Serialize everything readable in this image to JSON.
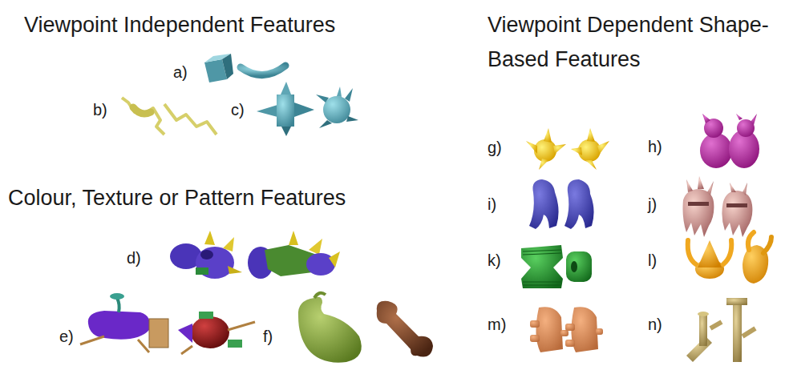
{
  "diagram": {
    "labels": [
      "Viewpoint Independent Features",
      "Viewpoint Dependent Shape-Based Features",
      "Colour, Texture or Pattern Features",
      "a)",
      "b)",
      "c)",
      "d)",
      "e)",
      "f)",
      "g)",
      "h)",
      "i)",
      "j)",
      "k)",
      "l)",
      "m)",
      "n)"
    ]
  }
}
